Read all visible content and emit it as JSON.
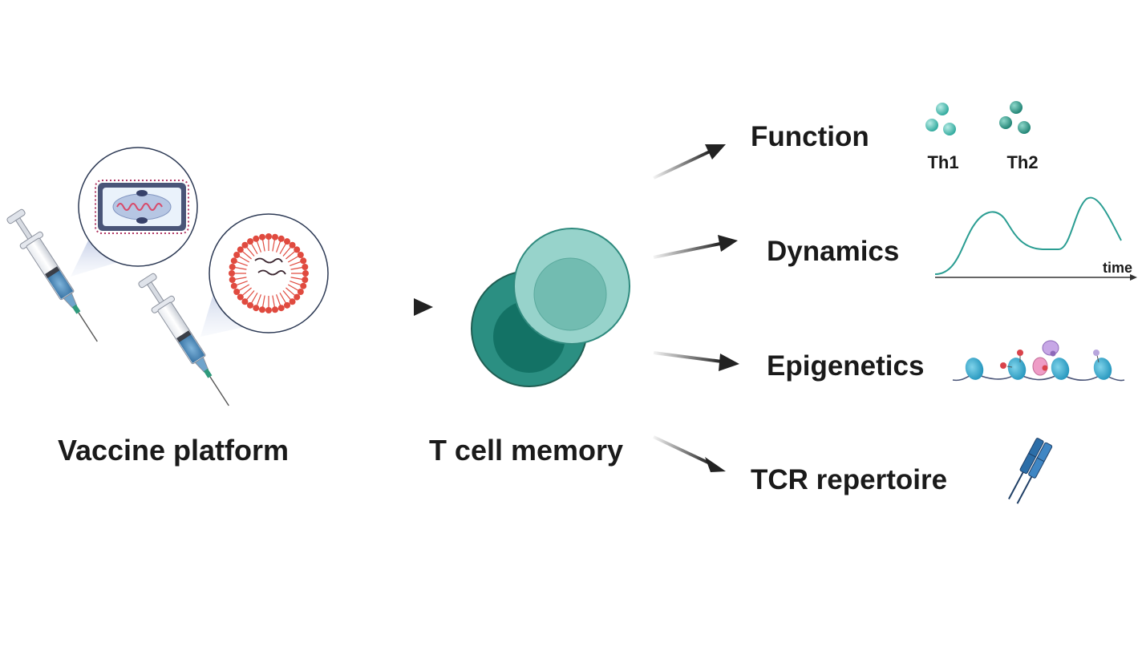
{
  "labels": {
    "vaccine_platform": "Vaccine platform",
    "t_cell_memory": "T cell memory",
    "function": "Function",
    "dynamics": "Dynamics",
    "epigenetics": "Epigenetics",
    "tcr_repertoire": "TCR repertoire",
    "th1": "Th1",
    "th2": "Th2",
    "time_axis": "time"
  },
  "colors": {
    "text": "#1a1a1a",
    "arrow": "#222222",
    "teal_dark": "#2a8f83",
    "teal_light": "#96d3cc",
    "lipid_red": "#e04a3f",
    "syringe_fluid": "#4f8fbf",
    "tcr_blue": "#2c6ea8"
  },
  "icons": {
    "syringe": "syringe-icon",
    "viral_vector": "viral-vector-icon",
    "lipid_nanoparticle": "lipid-nanoparticle-icon",
    "t_cells": "t-cell-icon",
    "th_cells": "th-cell-cluster-icon",
    "dynamics_curve": "kinetics-curve-icon",
    "nucleosomes": "nucleosome-chromatin-icon",
    "tcr": "tcr-receptor-icon"
  }
}
